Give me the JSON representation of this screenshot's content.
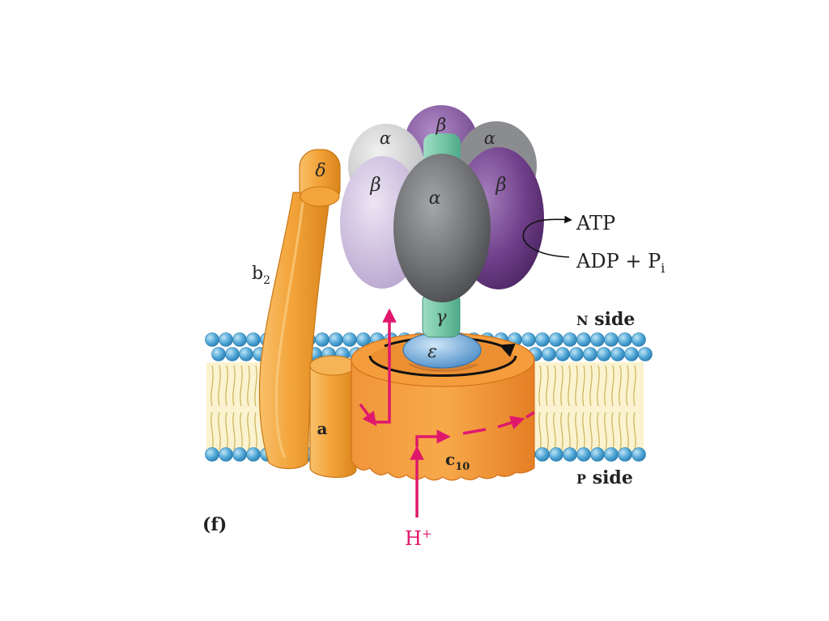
{
  "panel_label": "(f)",
  "labels": {
    "delta": "δ",
    "b2_base": "b",
    "b2_sub": "2",
    "alpha_back_left": "α",
    "beta_back": "β",
    "alpha_back_right": "α",
    "beta_left": "β",
    "alpha_front": "α",
    "beta_right": "β",
    "gamma": "γ",
    "epsilon": "ε",
    "a": "a",
    "c10_base": "c",
    "c10_sub": "10",
    "atp": "ATP",
    "adp_text": "ADP + P",
    "adp_sub": "i",
    "n_side_small": "N",
    "n_side_rest": " side",
    "p_side_small": "P",
    "p_side_rest": " side",
    "h_plus_base": "H",
    "h_plus_sup": "+"
  },
  "colors": {
    "orange": "#f3a43a",
    "orange_dark": "#e08a1f",
    "alpha_grey": "#7d7f82",
    "beta_purple": "#7a4b93",
    "beta_light": "#c7b7d9",
    "gamma_green": "#76c8a8",
    "epsilon_blue": "#6aa6d9",
    "proton_arrow": "#e0186c",
    "lipid_head": "#4fa6d6"
  }
}
